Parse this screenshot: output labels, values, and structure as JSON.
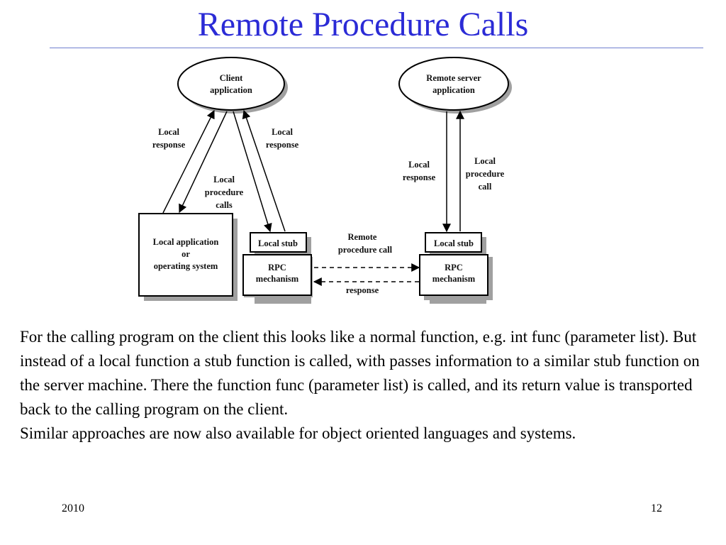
{
  "slide": {
    "title": "Remote Procedure Calls",
    "paragraphs": [
      "For the calling program on the client this looks like a normal function, e.g. int func (parameter list). But instead of a local function a stub function is called, with passes information to a similar stub function on the server machine. There the function func (parameter list) is called, and its return value is transported back to the calling program on the client.",
      "Similar approaches are now also available for object oriented languages and systems."
    ],
    "footer": {
      "year": "2010",
      "page": "12"
    }
  },
  "diagram": {
    "client_app": [
      "Client",
      "application"
    ],
    "server_app": [
      "Remote server",
      "application"
    ],
    "local_os": [
      "Local application",
      "or",
      "operating system"
    ],
    "client_stub": "Local stub",
    "client_rpc": [
      "RPC",
      "mechanism"
    ],
    "server_stub": "Local stub",
    "server_rpc": [
      "RPC",
      "mechanism"
    ],
    "label_local_response_left": [
      "Local",
      "response"
    ],
    "label_local_procedure_calls": [
      "Local",
      "procedure",
      "calls"
    ],
    "label_local_response_mid": [
      "Local",
      "response"
    ],
    "label_remote_procedure_call": [
      "Remote",
      "procedure call"
    ],
    "label_response": "response",
    "label_local_response_right": [
      "Local",
      "response"
    ],
    "label_local_procedure_call": [
      "Local",
      "procedure",
      "call"
    ]
  },
  "colors": {
    "title": "#2b2bd6",
    "title_rule": "#6f7fcf",
    "shadow": "#a0a0a0"
  }
}
